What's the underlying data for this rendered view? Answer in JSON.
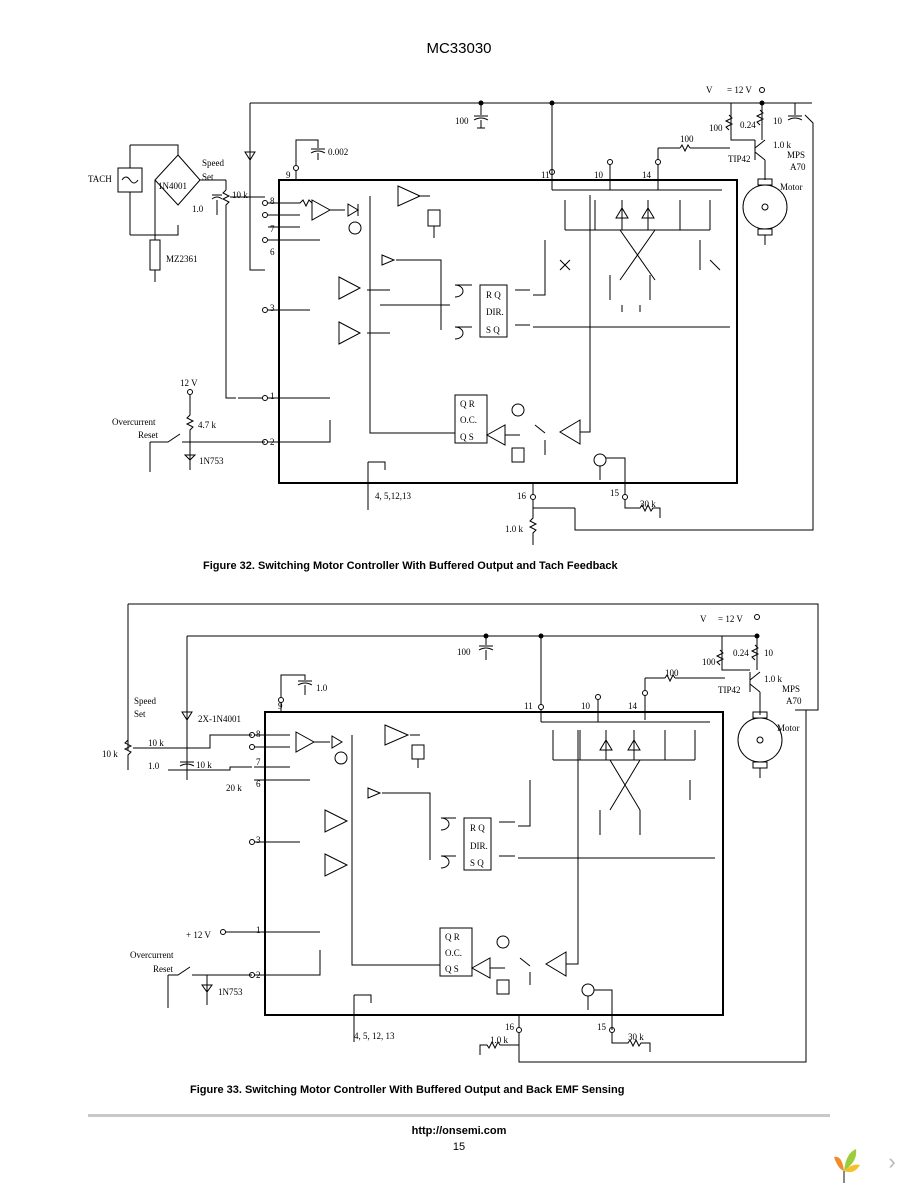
{
  "header": {
    "title": "MC33030"
  },
  "fig32": {
    "caption": "Figure 32. Switching Motor Controller With Buffered Output and Tach Feedback",
    "labels": {
      "vcc": "V",
      "vcc_val": "= 12 V",
      "cap_100": "100",
      "tach": "TACH",
      "diode_bridge": "1N4001",
      "speed": "Speed",
      "set": "Set",
      "pot": "10 k",
      "cap_1": "1.0",
      "cap_002": "0.002",
      "zener": "MZ2361",
      "res_100": "100",
      "res_024": "0.24",
      "res_10": "10",
      "res_1k": "1.0 k",
      "tip": "TIP42",
      "mps": "MPS",
      "a70": "A70",
      "motor": "Motor",
      "v12": "12 V",
      "r47k": "4.7 k",
      "overcurrent": "Overcurrent",
      "reset": "Reset",
      "z1n753": "1N753",
      "gnd_pins": "4, 5,12,13",
      "res_1k_b": "1.0 k",
      "res_30k": "30 k",
      "pins": [
        "9",
        "8",
        "7",
        "6",
        "3",
        "1",
        "2",
        "11",
        "10",
        "14",
        "16",
        "15"
      ],
      "flip": [
        "R Q",
        "DIR.",
        "S Q"
      ],
      "oc": [
        "Q  R",
        "O.C.",
        "Q  S"
      ]
    }
  },
  "fig33": {
    "caption": "Figure 33. Switching Motor Controller With Buffered Output and Back EMF Sensing",
    "labels": {
      "vcc": "V",
      "vcc_val": "= 12 V",
      "cap_100": "100",
      "cap_1": "1.0",
      "speed": "Speed",
      "set": "Set",
      "diodes": "2X-1N4001",
      "pot": "10 k",
      "r10k_a": "10 k",
      "r10k_b": "10 k",
      "cap_1b": "1.0",
      "r20k": "20 k",
      "res_100": "100",
      "res_024": "0.24",
      "res_10": "10",
      "res_1k": "1.0 k",
      "tip": "TIP42",
      "mps": "MPS",
      "a70": "A70",
      "motor": "Motor",
      "v12": "+ 12 V",
      "overcurrent": "Overcurrent",
      "reset": "Reset",
      "z1n753": "1N753",
      "gnd_pins": "4, 5, 12, 13",
      "res_1k_b": "1.0 k",
      "res_30k": "30 k",
      "pins": [
        "9",
        "8",
        "7",
        "6",
        "3",
        "1",
        "2",
        "11",
        "10",
        "14",
        "16",
        "15"
      ],
      "flip": [
        "R Q",
        "DIR.",
        "S Q"
      ],
      "oc": [
        "Q  R",
        "O.C.",
        "Q  S"
      ]
    }
  },
  "footer": {
    "url": "http://onsemi.com",
    "page": "15",
    "next_icon": "chevron-right-icon",
    "logo_icon": "onsemi-logo-icon"
  }
}
